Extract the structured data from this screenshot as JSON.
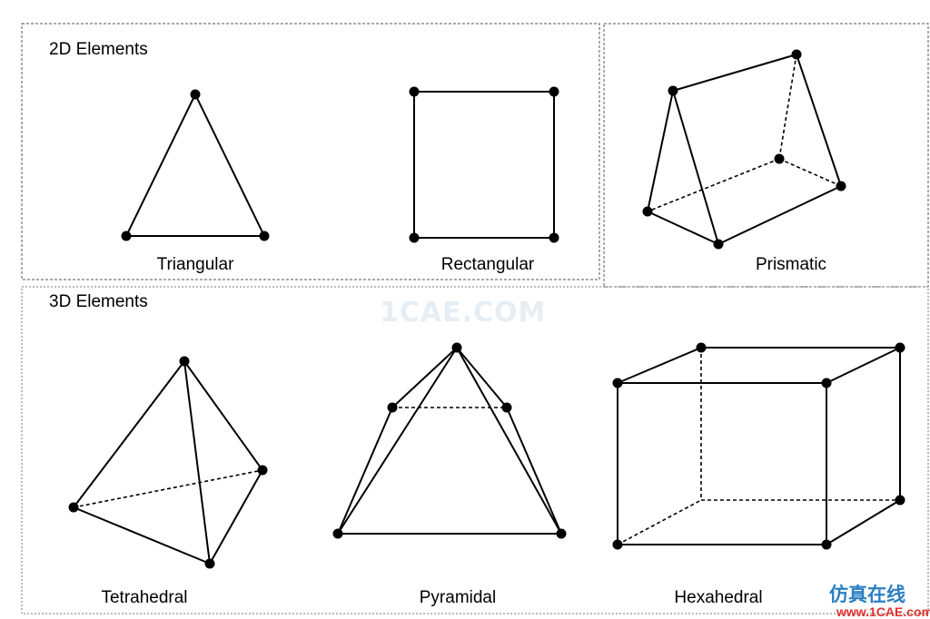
{
  "sections": {
    "two_d_title": "2D Elements",
    "three_d_title": "3D Elements"
  },
  "elements": {
    "triangular": "Triangular",
    "rectangular": "Rectangular",
    "prismatic": "Prismatic",
    "tetrahedral": "Tetrahedral",
    "pyramidal": "Pyramidal",
    "hexahedral": "Hexahedral"
  },
  "watermark": {
    "center_text": "1CAE.COM",
    "corner_cn": "仿真在线",
    "corner_url": "www.1CAE.com"
  }
}
